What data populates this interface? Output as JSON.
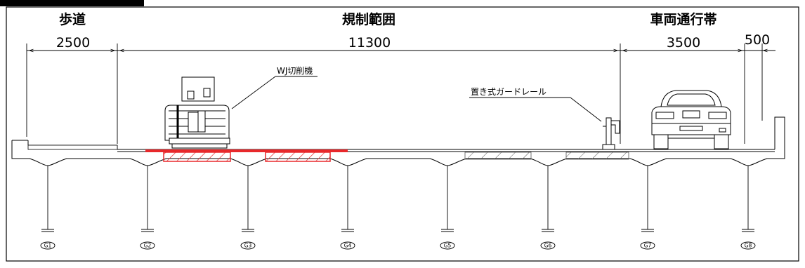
{
  "zones": {
    "sidewalk": "歩道",
    "regulated": "規制範囲",
    "traffic_lane": "車両通行帯"
  },
  "dimensions": {
    "sidewalk_width": "2500",
    "regulated_width": "11300",
    "lane_width": "3500",
    "margin_width": "500"
  },
  "callouts": {
    "cutting_machine": "WJ切削機",
    "guardrail": "置き式ガードレール"
  },
  "girders": [
    "G1",
    "G2",
    "G3",
    "G4",
    "G5",
    "G6",
    "G7",
    "G8"
  ],
  "colors": {
    "cutting_area": "#e8282b",
    "line": "#000000",
    "hatch_gray": "#555555"
  }
}
